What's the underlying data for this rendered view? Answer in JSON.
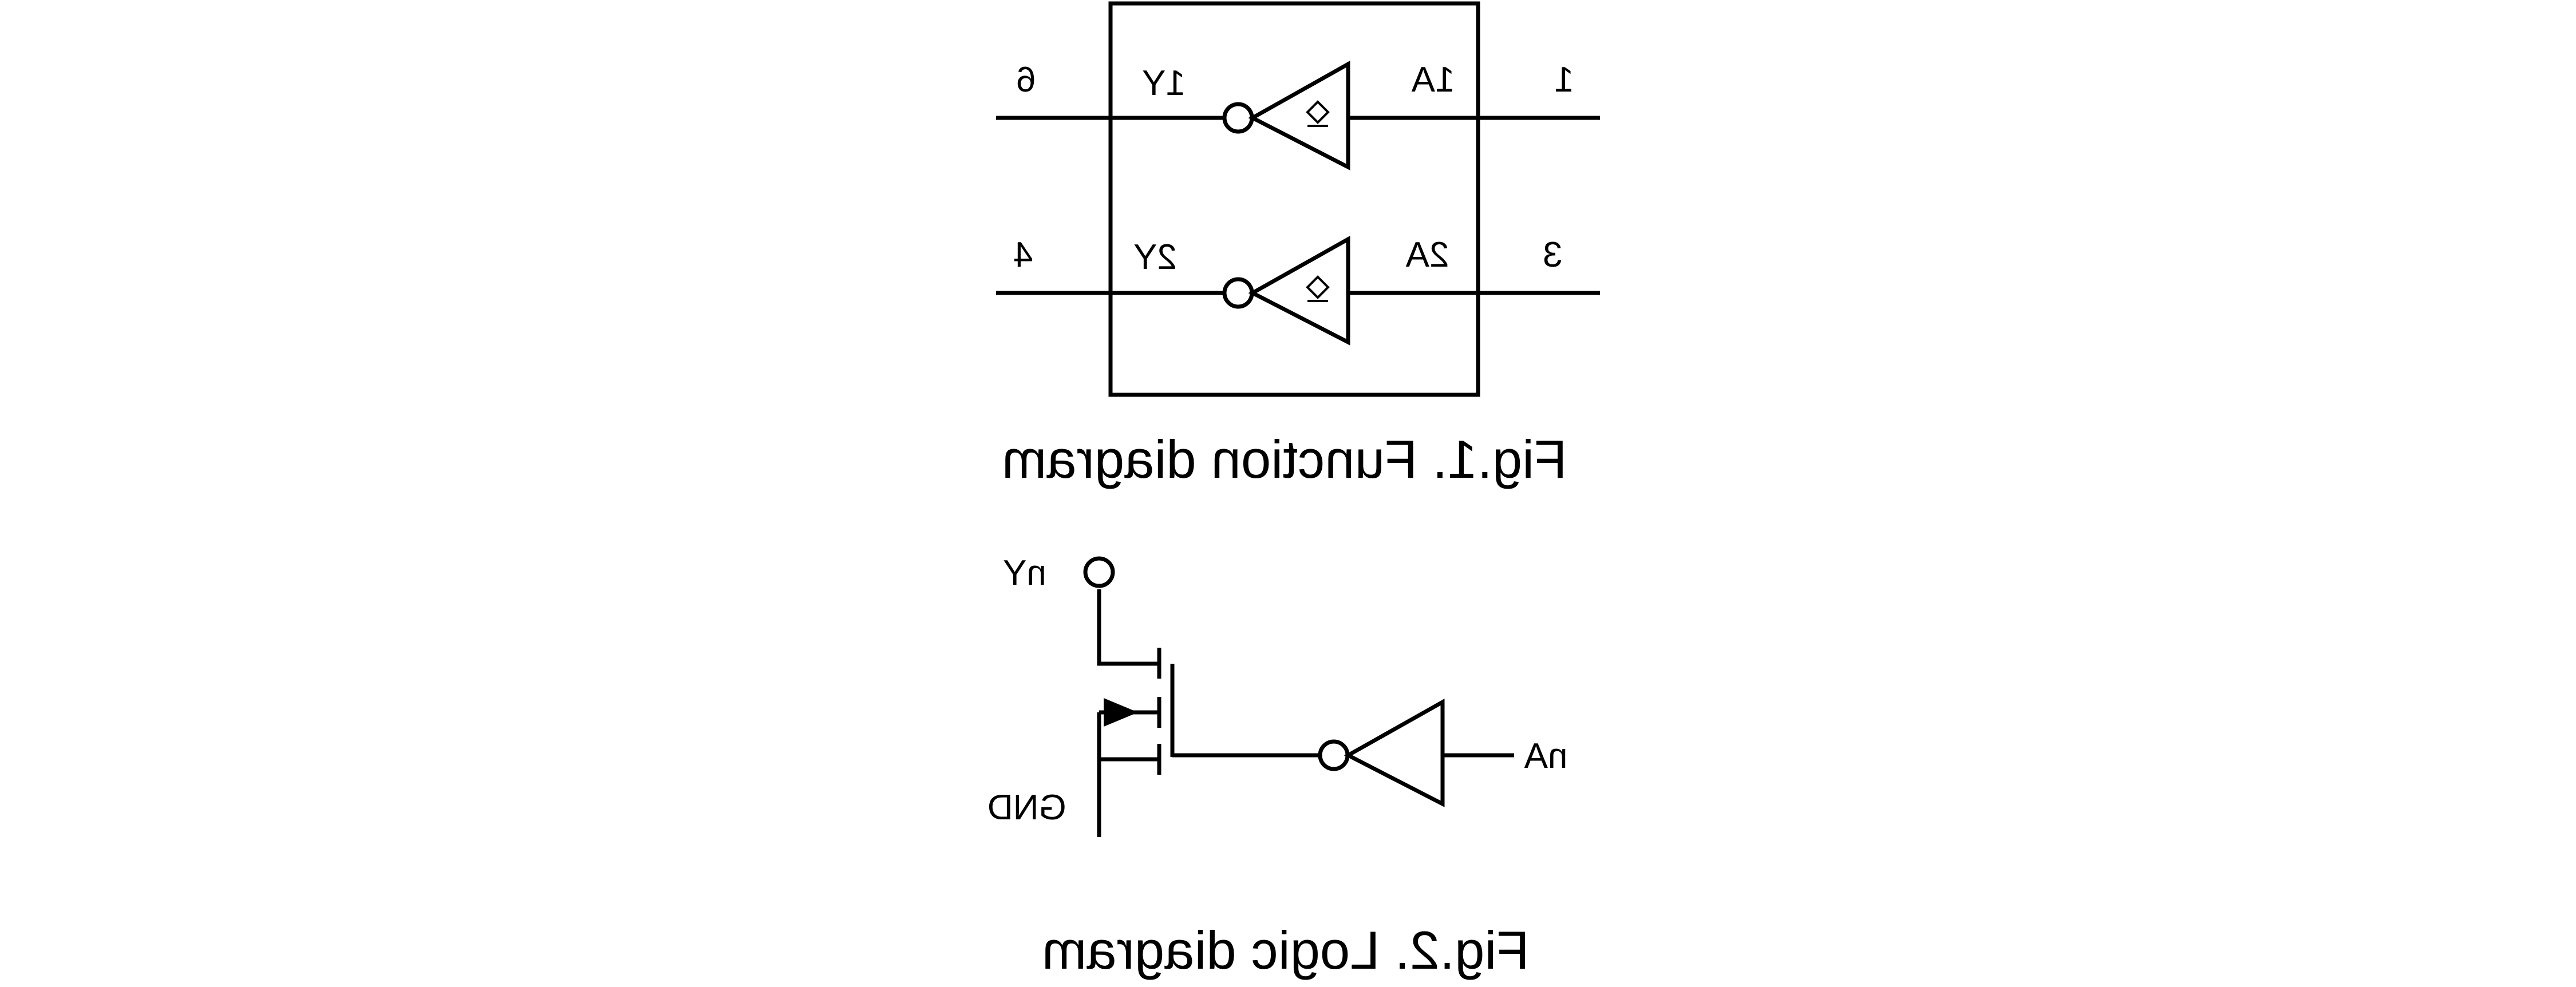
{
  "fig1": {
    "caption": "Fig.1. Function diagram",
    "gate1": {
      "input_pin": "1",
      "input_name": "1A",
      "output_name": "1Y",
      "output_pin": "6"
    },
    "gate2": {
      "input_pin": "3",
      "input_name": "2A",
      "output_name": "2Y",
      "output_pin": "4"
    }
  },
  "fig2": {
    "caption": "Fig.2. Logic diagram",
    "input_label": "nA",
    "output_label": "nY",
    "ground_label": "GND"
  },
  "colors": {
    "ink": "#000000",
    "background": "#ffffff"
  }
}
